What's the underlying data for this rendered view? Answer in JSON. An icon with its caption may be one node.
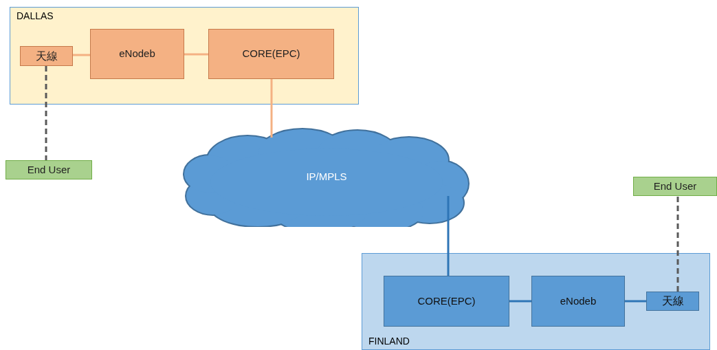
{
  "diagram": {
    "nodes": [
      {
        "text": [
          "DALLAS"
        ]
      },
      {
        "text": [
          "天線"
        ],
        "in": 0
      },
      {
        "text": [
          "eNodeb"
        ],
        "in": 0
      },
      {
        "text": [
          "CORE(EPC)"
        ],
        "in": 0
      },
      {
        "text": [
          "End User"
        ]
      },
      {
        "text": [
          "IP/MPLS"
        ]
      },
      {
        "text": [
          "End User"
        ]
      },
      {
        "text": [
          "FINLAND"
        ]
      },
      {
        "text": [
          "CORE(EPC)"
        ],
        "in": 7
      },
      {
        "text": [
          "eNodeb"
        ],
        "in": 7
      },
      {
        "text": [
          "天線"
        ],
        "in": 7
      }
    ],
    "edges": [
      {
        "from": 1,
        "to": 2,
        "arrow": "none",
        "color": "#f4b183"
      },
      {
        "from": 2,
        "to": 3,
        "arrow": "none",
        "color": "#f4b183"
      },
      {
        "from": 3,
        "to": 5,
        "arrow": "none",
        "color": "#f4b183"
      },
      {
        "from": 1,
        "to": 4,
        "arrow": "none",
        "style": "dashed",
        "color": "#595959"
      },
      {
        "from": 5,
        "to": 8,
        "arrow": "none",
        "color": "#2e75b6"
      },
      {
        "from": 8,
        "to": 9,
        "arrow": "none",
        "color": "#2e75b6"
      },
      {
        "from": 9,
        "to": 10,
        "arrow": "none",
        "color": "#2e75b6"
      },
      {
        "from": 10,
        "to": 6,
        "arrow": "none",
        "style": "dashed",
        "color": "#595959"
      }
    ]
  }
}
